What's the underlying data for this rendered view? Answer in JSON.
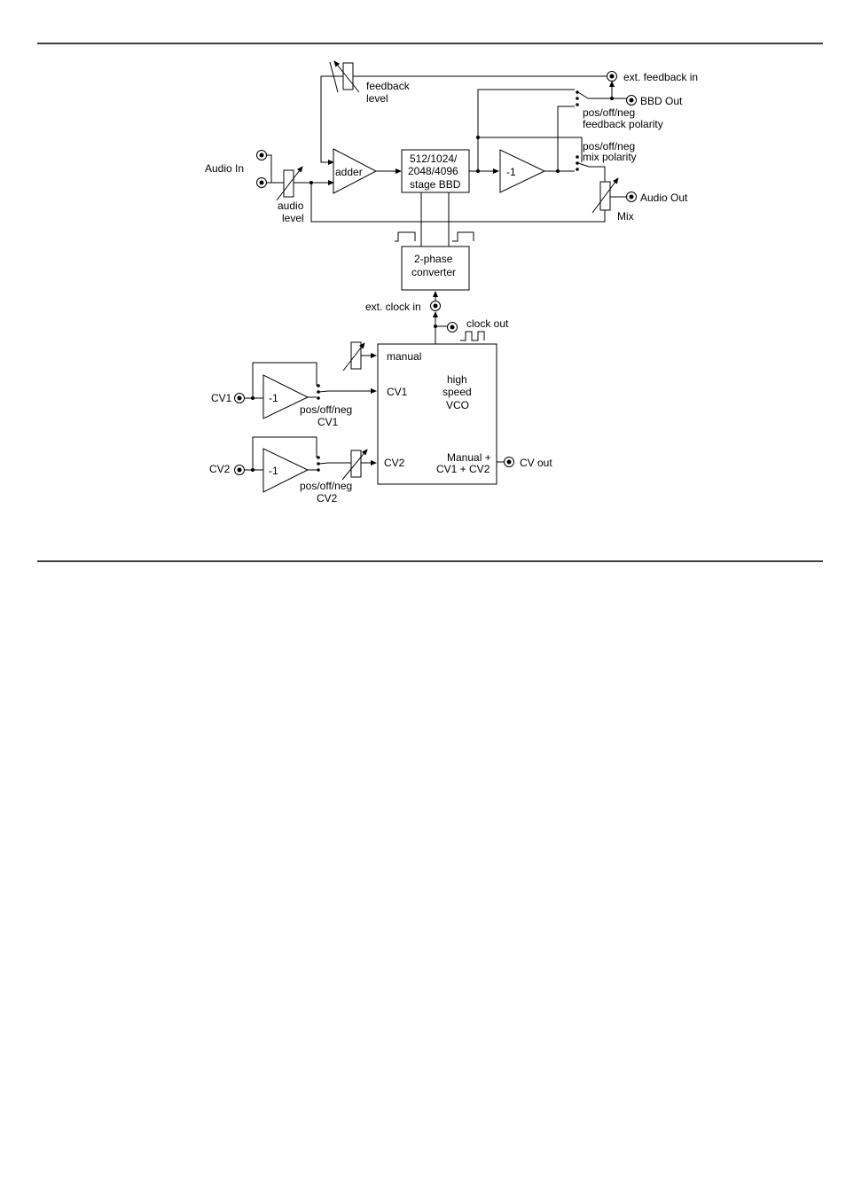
{
  "labels": {
    "audio_in": "Audio In",
    "audio_level_1": "audio",
    "audio_level_2": "level",
    "feedback_level_1": "feedback",
    "feedback_level_2": "level",
    "adder": "adder",
    "bbd_1": "512/1024/",
    "bbd_2": "2048/4096",
    "bbd_3": "stage BBD",
    "invert_fb": "-1",
    "ext_feedback_in": "ext. feedback in",
    "bbd_out": "BBD Out",
    "fb_pol_1": "pos/off/neg",
    "fb_pol_2": "feedback polarity",
    "mix_pol_1": "pos/off/neg",
    "mix_pol_2": "mix polarity",
    "audio_out": "Audio Out",
    "mix": "Mix",
    "two_phase_1": "2-phase",
    "two_phase_2": "converter",
    "ext_clock_in": "ext. clock in",
    "clock_out": "clock out",
    "manual": "manual",
    "vco_cv1": "CV1",
    "vco_cv2": "CV2",
    "vco_1": "high",
    "vco_2": "speed",
    "vco_3": "VCO",
    "sum_1": "Manual +",
    "sum_2": "CV1 + CV2",
    "cv_out": "CV out",
    "cv1_in": "CV1",
    "cv2_in": "CV2",
    "inv_cv1": "-1",
    "inv_cv2": "-1",
    "cv1_pol_1": "pos/off/neg",
    "cv1_pol_2": "CV1",
    "cv2_pol_1": "pos/off/neg",
    "cv2_pol_2": "CV2"
  }
}
